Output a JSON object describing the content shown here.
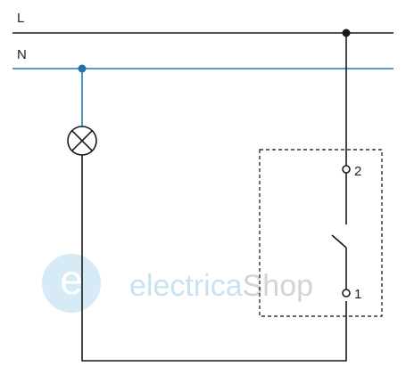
{
  "labels": {
    "line_L": "L",
    "line_N": "N",
    "terminal_2": "2",
    "terminal_1": "1"
  },
  "watermark": {
    "word_light": "electrica",
    "word_dark": "Shop",
    "logo_letter": "e"
  },
  "colors": {
    "wire": "#1a1a1a",
    "neutral_wire": "#1f7fb6",
    "neutral_junction": "#1f6fa8",
    "watermark_light": "#c9e2f1",
    "watermark_dark": "#d3d3d3"
  }
}
